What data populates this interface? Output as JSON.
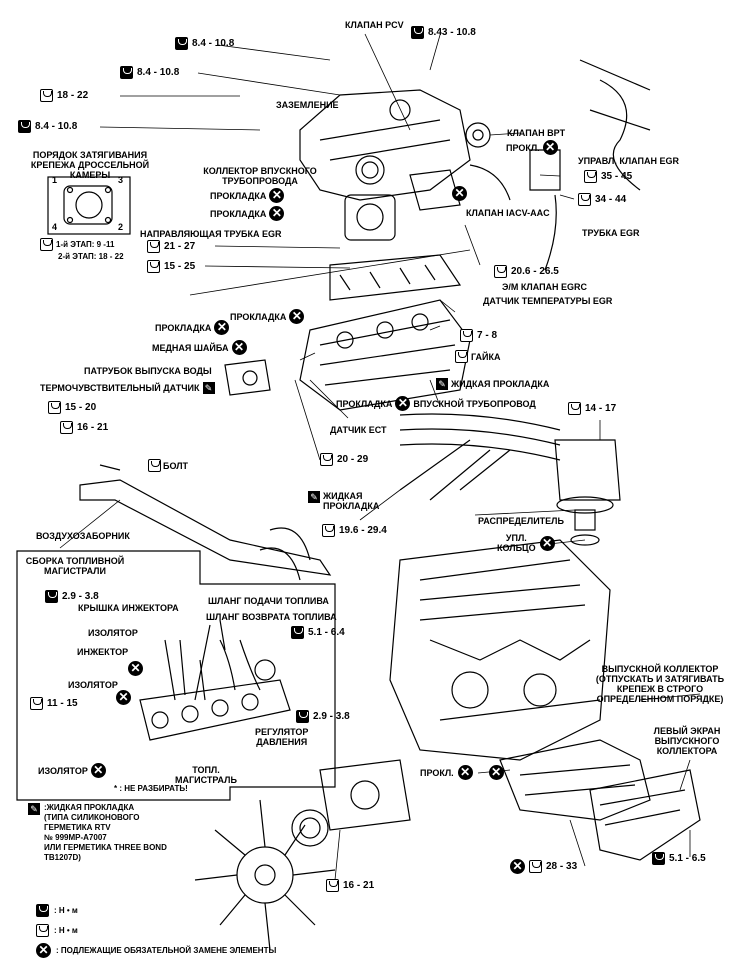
{
  "diagram": {
    "labels": {
      "pcv_valve": "КЛАПАН PCV",
      "grounding": "ЗАЗЕМЛЕНИЕ",
      "bpt_valve": "КЛАПАН BPT",
      "gasket_short": "ПРОКЛ.",
      "egr_control_valve": "УПРАВЛ. КЛАПАН EGR",
      "throttle_order_title": "ПОРЯДОК ЗАТЯГИВАНИЯ\nКРЕПЕЖА ДРОССЕЛЬНОЙ КАМЕРЫ",
      "intake_collector": "КОЛЛЕКТОР ВПУСКНОГО\nТРУБОПРОВОДА",
      "gasket": "ПРОКЛАДКА",
      "iacv_valve": "КЛАПАН IACV-AAC",
      "egr_tube": "ТРУБКА EGR",
      "egr_guide_tube": "НАПРАВЛЯЮЩАЯ ТРУБКА EGR",
      "stage1": "1-й ЭТАП: 9 -11",
      "stage2": "2-й ЭТАП: 18 - 22",
      "egrc_solenoid": "Э/М КЛАПАН EGRC",
      "egr_temp_sensor": "ДАТЧИК ТЕМПЕРАТУРЫ EGR",
      "copper_washer": "МЕДНАЯ ШАЙБА",
      "nut": "ГАЙКА",
      "water_outlet": "ПАТРУБОК ВЫПУСКА ВОДЫ",
      "thermo_sensor": "ТЕРМОЧУВСТВИТЕЛЬНЫЙ ДАТЧИК",
      "liquid_gasket": "ЖИДКАЯ ПРОКЛАДКА",
      "intake_manifold": "ВПУСКНОЙ ТРУБОПРОВОД",
      "ect_sensor": "ДАТЧИК ЕСТ",
      "bolt": "БОЛТ",
      "liquid_gasket_2": "ЖИДКАЯ\nПРОКЛАДКА",
      "air_intake": "ВОЗДУХОЗАБОРНИК",
      "distributor": "РАСПРЕДЕЛИТЕЛЬ",
      "o_ring": "УПЛ.\nКОЛЬЦО",
      "fuel_assembly": "СБОРКА ТОПЛИВНОЙ\nМАГИСТРАЛИ",
      "fuel_supply_hose": "ШЛАНГ ПОДАЧИ ТОПЛИВА",
      "fuel_return_hose": "ШЛАНГ ВОЗВРАТА ТОПЛИВА",
      "injector_cover": "КРЫШКА ИНЖЕКТОРА",
      "insulator": "ИЗОЛЯТОР",
      "injector": "ИНЖЕКТОР",
      "pressure_regulator": "РЕГУЛЯТОР\nДАВЛЕНИЯ",
      "fuel_rail": "ТОПЛ.\nМАГИСТРАЛЬ",
      "do_not_disassemble": "* : НЕ РАЗБИРАТЬ!",
      "exhaust_manifold": "ВЫПУСКНОЙ КОЛЛЕКТОР\n(ОТПУСКАТЬ И ЗАТЯГИВАТЬ\nКРЕПЕЖ В СТРОГО\nОПРЕДЕЛЕННОМ ПОРЯДКЕ)",
      "left_exhaust_shield": "ЛЕВЫЙ ЭКРАН\nВЫПУСКНОГО\nКОЛЛЕКТОРА",
      "sealant_note": ":ЖИДКАЯ ПРОКЛАДКА\n(ТИПА СИЛИКОНОВОГО\nГЕРМЕТИКА RTV\n№ 999MP-A7007\nИЛИ ГЕРМЕТИКА THREE BOND\nTB1207D)"
    },
    "torques": {
      "t_8_4_a": "8.4 - 10.8",
      "t_8_43": "8.43 - 10.8",
      "t_8_4_b": "8.4 - 10.8",
      "t_18_22": "18 - 22",
      "t_8_4_c": "8.4 - 10.8",
      "t_35_45": "35 - 45",
      "t_34_44": "34 - 44",
      "t_21_27": "21 - 27",
      "t_15_25": "15 - 25",
      "t_20_6": "20.6 - 26.5",
      "t_7_8": "7 - 8",
      "t_14_17": "14 - 17",
      "t_15_20": "15 - 20",
      "t_16_21_a": "16 - 21",
      "t_20_29": "20 - 29",
      "t_19_6": "19.6 - 29.4",
      "t_2_9_a": "2.9 - 3.8",
      "t_5_1_a": "5.1 - 6.4",
      "t_11_15": "11 - 15",
      "t_2_9_b": "2.9 - 3.8",
      "t_16_21_b": "16 - 21",
      "t_28_33": "28 - 33",
      "t_5_1_b": "5.1 - 6.5"
    },
    "gasket_numbers": [
      "1",
      "3",
      "4",
      "2"
    ],
    "legend": {
      "nm_1": ": Н • м",
      "nm_2": ": Н • м",
      "replace": ": ПОДЛЕЖАЩИЕ ОБЯЗАТЕЛЬНОЙ ЗАМЕНЕ ЭЛЕМЕНТЫ"
    },
    "icons": {
      "wrench": "torque-wrench-icon",
      "replace": "x-circle-icon",
      "sealant": "pen-icon"
    }
  }
}
